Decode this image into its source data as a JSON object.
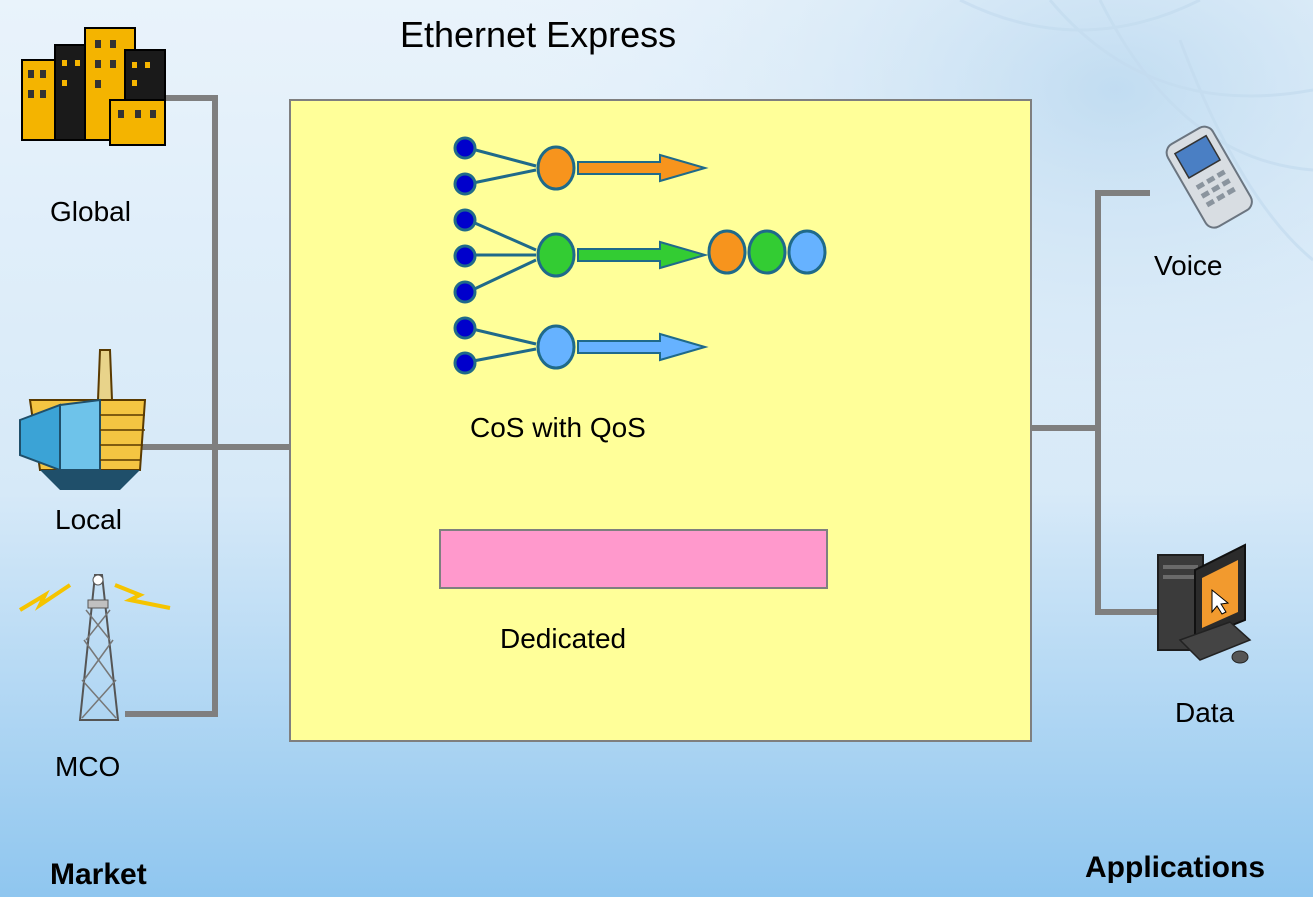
{
  "title": "Ethernet Express",
  "market": {
    "heading": "Market",
    "items": [
      {
        "label": "Global",
        "icon": "city-buildings-icon"
      },
      {
        "label": "Local",
        "icon": "ship-icon"
      },
      {
        "label": "MCO",
        "icon": "radio-tower-icon"
      }
    ]
  },
  "applications": {
    "heading": "Applications",
    "items": [
      {
        "label": "Voice",
        "icon": "mobile-phone-icon"
      },
      {
        "label": "Data",
        "icon": "desktop-computer-icon"
      }
    ]
  },
  "network": {
    "cos_label": "CoS with QoS",
    "dedicated_label": "Dedicated"
  },
  "colors": {
    "panel": "#ffff99",
    "dedicated": "#ff99cc",
    "orange": "#f7941d",
    "green": "#33cc33",
    "blue": "#66b2ff",
    "source_dot": "#0000cc",
    "connector": "#808080"
  }
}
